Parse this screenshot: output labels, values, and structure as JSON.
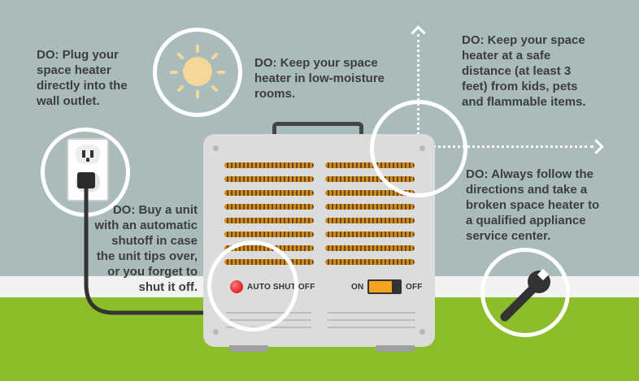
{
  "tips": {
    "plug": "DO: Plug your space heater directly into the wall outlet.",
    "moisture": "DO: Keep your space heater in low-moisture rooms.",
    "distance": "DO: Keep your space heater at a safe distance (at least 3 feet) from kids, pets and flammable items.",
    "shutoff": "DO: Buy a unit with an automatic shutoff in case the unit tips over, or you forget to shut it off.",
    "directions": "DO: Always follow the directions and take a broken space heater to a qualified appliance service center."
  },
  "heater": {
    "auto_shut_off_label": "AUTO SHUT OFF",
    "switch_on_label": "ON",
    "switch_off_label": "OFF"
  },
  "colors": {
    "wall": "#a9bcbb",
    "floor": "#8cbd2b",
    "text": "#3d3d3d",
    "accent_orange": "#f2a221",
    "sun": "#f6d79a",
    "indicator_red": "#cc0000"
  },
  "icons": [
    "sun-icon",
    "outlet-icon",
    "wrench-icon",
    "arrow-up-icon",
    "arrow-right-icon"
  ]
}
